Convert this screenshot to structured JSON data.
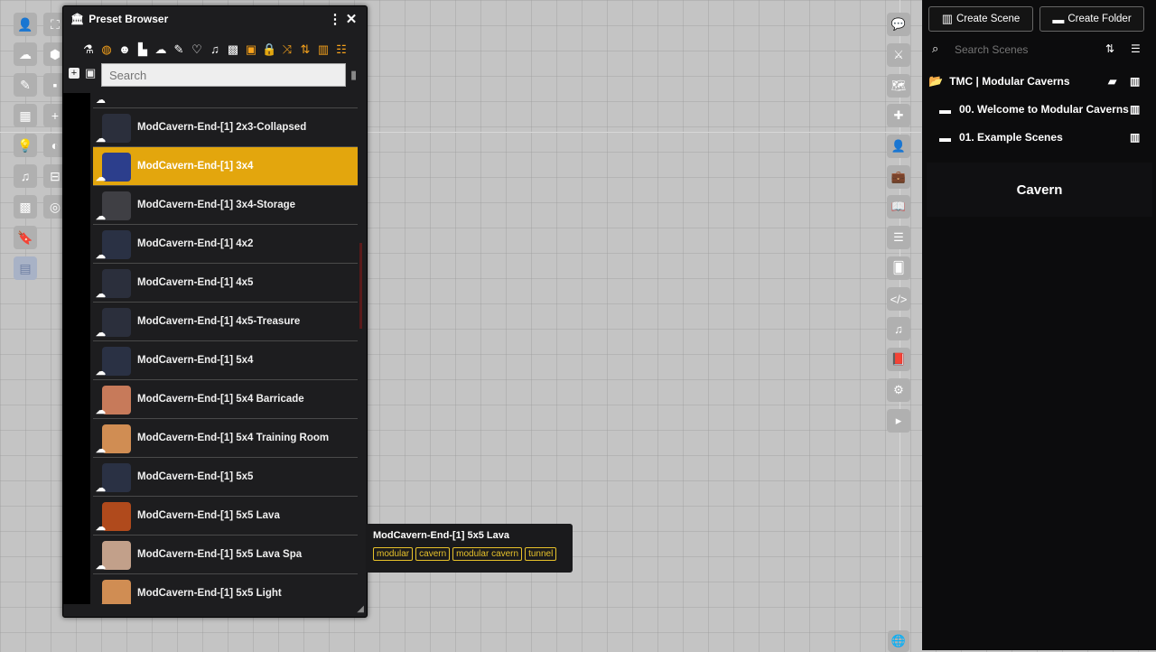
{
  "preset_browser": {
    "title": "Preset Browser",
    "menu_icon": "⋮",
    "close_icon": "✕",
    "search_placeholder": "Search",
    "category_icons": [
      "flask-icon",
      "globe-icon",
      "face-icon",
      "boot-icon",
      "cloud-icon",
      "pencil-icon",
      "lightbulb-icon",
      "music-icon",
      "grid-icon",
      "chest-icon",
      "lock-icon",
      "shuffle-icon",
      "swap-icon",
      "book-icon",
      "scroll-icon"
    ],
    "rows": [
      {
        "name": "ModCavern-End-[1] 2x3-Collapsed",
        "selected": false
      },
      {
        "name": "ModCavern-End-[1] 3x4",
        "selected": true
      },
      {
        "name": "ModCavern-End-[1] 3x4-Storage",
        "selected": false
      },
      {
        "name": "ModCavern-End-[1] 4x2",
        "selected": false
      },
      {
        "name": "ModCavern-End-[1] 4x5",
        "selected": false
      },
      {
        "name": "ModCavern-End-[1] 4x5-Treasure",
        "selected": false
      },
      {
        "name": "ModCavern-End-[1] 5x4",
        "selected": false
      },
      {
        "name": "ModCavern-End-[1] 5x4 Barricade",
        "selected": false
      },
      {
        "name": "ModCavern-End-[1] 5x4 Training Room",
        "selected": false
      },
      {
        "name": "ModCavern-End-[1] 5x5",
        "selected": false
      },
      {
        "name": "ModCavern-End-[1] 5x5 Lava",
        "selected": false
      },
      {
        "name": "ModCavern-End-[1] 5x5 Lava Spa",
        "selected": false
      },
      {
        "name": "ModCavern-End-[1] 5x5 Light",
        "selected": false
      }
    ]
  },
  "tooltip": {
    "title": "ModCavern-End-[1] 5x5 Lava",
    "tags": [
      "modular",
      "cavern",
      "modular cavern",
      "tunnel"
    ]
  },
  "sidebar": {
    "create_scene": "Create Scene",
    "create_folder": "Create Folder",
    "search_placeholder": "Search Scenes",
    "folders": [
      {
        "label": "TMC | Modular Caverns"
      },
      {
        "label": "00. Welcome to Modular Caverns"
      },
      {
        "label": "01. Example Scenes"
      }
    ],
    "scene_card": "Cavern"
  },
  "colors": {
    "accent": "#e3a60d",
    "tag": "#e8c22a",
    "canvas": "#c4c4c4",
    "panel": "#0c0c0d"
  }
}
